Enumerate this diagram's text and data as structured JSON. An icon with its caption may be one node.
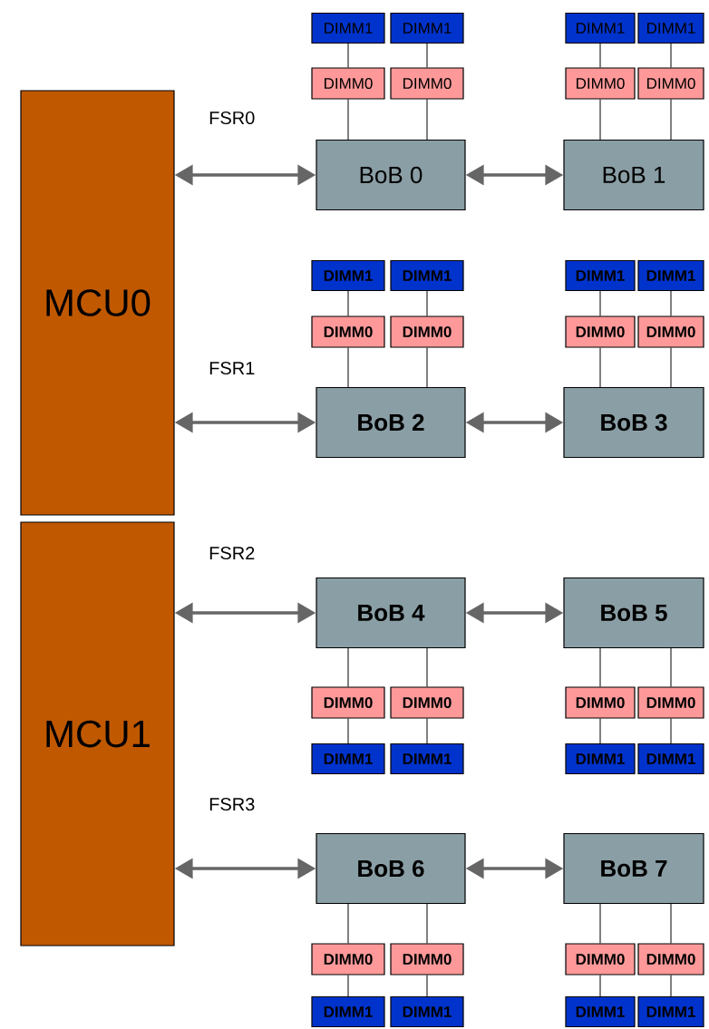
{
  "diagram": {
    "nodes": [
      {
        "text": [
          "MCU0"
        ]
      },
      {
        "text": [
          "MCU1"
        ]
      },
      {
        "text": [
          "BoB 0"
        ]
      },
      {
        "text": [
          "DIMM0"
        ]
      },
      {
        "text": [
          "DIMM0"
        ]
      },
      {
        "text": [
          "DIMM1"
        ]
      },
      {
        "text": [
          "DIMM1"
        ]
      },
      {
        "text": [
          "BoB 1"
        ]
      },
      {
        "text": [
          "DIMM0"
        ]
      },
      {
        "text": [
          "DIMM0"
        ]
      },
      {
        "text": [
          "DIMM1"
        ]
      },
      {
        "text": [
          "DIMM1"
        ]
      },
      {
        "text": [
          "BoB 2"
        ]
      },
      {
        "text": [
          "DIMM0"
        ]
      },
      {
        "text": [
          "DIMM0"
        ]
      },
      {
        "text": [
          "DIMM1"
        ]
      },
      {
        "text": [
          "DIMM1"
        ]
      },
      {
        "text": [
          "BoB 3"
        ]
      },
      {
        "text": [
          "DIMM0"
        ]
      },
      {
        "text": [
          "DIMM0"
        ]
      },
      {
        "text": [
          "DIMM1"
        ]
      },
      {
        "text": [
          "DIMM1"
        ]
      },
      {
        "text": [
          "BoB 4"
        ]
      },
      {
        "text": [
          "DIMM0"
        ]
      },
      {
        "text": [
          "DIMM0"
        ]
      },
      {
        "text": [
          "DIMM1"
        ]
      },
      {
        "text": [
          "DIMM1"
        ]
      },
      {
        "text": [
          "BoB 5"
        ]
      },
      {
        "text": [
          "DIMM0"
        ]
      },
      {
        "text": [
          "DIMM0"
        ]
      },
      {
        "text": [
          "DIMM1"
        ]
      },
      {
        "text": [
          "DIMM1"
        ]
      },
      {
        "text": [
          "BoB 6"
        ]
      },
      {
        "text": [
          "DIMM0"
        ]
      },
      {
        "text": [
          "DIMM0"
        ]
      },
      {
        "text": [
          "DIMM1"
        ]
      },
      {
        "text": [
          "DIMM1"
        ]
      },
      {
        "text": [
          "BoB 7"
        ]
      },
      {
        "text": [
          "DIMM0"
        ]
      },
      {
        "text": [
          "DIMM0"
        ]
      },
      {
        "text": [
          "DIMM1"
        ]
      },
      {
        "text": [
          "DIMM1"
        ]
      }
    ],
    "edges": [
      {
        "from": 0,
        "to": 2,
        "arrow": "both",
        "style": "thick",
        "color": "#666666"
      },
      {
        "from": 2,
        "to": 7,
        "arrow": "both",
        "style": "thick",
        "color": "#666666"
      },
      {
        "from": 0,
        "to": 12,
        "arrow": "both",
        "style": "thick",
        "color": "#666666"
      },
      {
        "from": 12,
        "to": 17,
        "arrow": "both",
        "style": "thick",
        "color": "#666666"
      },
      {
        "from": 1,
        "to": 22,
        "arrow": "both",
        "style": "thick",
        "color": "#666666"
      },
      {
        "from": 22,
        "to": 27,
        "arrow": "both",
        "style": "thick",
        "color": "#666666"
      },
      {
        "from": 1,
        "to": 32,
        "arrow": "both",
        "style": "thick",
        "color": "#666666"
      },
      {
        "from": 32,
        "to": 37,
        "arrow": "both",
        "style": "thick",
        "color": "#666666"
      },
      {
        "from": 2,
        "to": 3,
        "arrow": "none"
      },
      {
        "from": 2,
        "to": 4,
        "arrow": "none"
      },
      {
        "from": 3,
        "to": 5,
        "arrow": "none"
      },
      {
        "from": 4,
        "to": 6,
        "arrow": "none"
      },
      {
        "from": 7,
        "to": 8,
        "arrow": "none"
      },
      {
        "from": 7,
        "to": 9,
        "arrow": "none"
      },
      {
        "from": 8,
        "to": 10,
        "arrow": "none"
      },
      {
        "from": 9,
        "to": 11,
        "arrow": "none"
      },
      {
        "from": 12,
        "to": 13,
        "arrow": "none"
      },
      {
        "from": 12,
        "to": 14,
        "arrow": "none"
      },
      {
        "from": 13,
        "to": 15,
        "arrow": "none"
      },
      {
        "from": 14,
        "to": 16,
        "arrow": "none"
      },
      {
        "from": 17,
        "to": 18,
        "arrow": "none"
      },
      {
        "from": 17,
        "to": 19,
        "arrow": "none"
      },
      {
        "from": 18,
        "to": 20,
        "arrow": "none"
      },
      {
        "from": 19,
        "to": 21,
        "arrow": "none"
      },
      {
        "from": 22,
        "to": 23,
        "arrow": "none"
      },
      {
        "from": 22,
        "to": 24,
        "arrow": "none"
      },
      {
        "from": 23,
        "to": 25,
        "arrow": "none"
      },
      {
        "from": 24,
        "to": 26,
        "arrow": "none"
      },
      {
        "from": 27,
        "to": 28,
        "arrow": "none"
      },
      {
        "from": 27,
        "to": 29,
        "arrow": "none"
      },
      {
        "from": 28,
        "to": 30,
        "arrow": "none"
      },
      {
        "from": 29,
        "to": 31,
        "arrow": "none"
      },
      {
        "from": 32,
        "to": 33,
        "arrow": "none"
      },
      {
        "from": 32,
        "to": 34,
        "arrow": "none"
      },
      {
        "from": 33,
        "to": 35,
        "arrow": "none"
      },
      {
        "from": 34,
        "to": 36,
        "arrow": "none"
      },
      {
        "from": 37,
        "to": 38,
        "arrow": "none"
      },
      {
        "from": 37,
        "to": 39,
        "arrow": "none"
      },
      {
        "from": 38,
        "to": 40,
        "arrow": "none"
      },
      {
        "from": 39,
        "to": 41,
        "arrow": "none"
      }
    ],
    "labels": [
      "FSR0",
      "FSR1",
      "FSR2",
      "FSR3"
    ]
  }
}
